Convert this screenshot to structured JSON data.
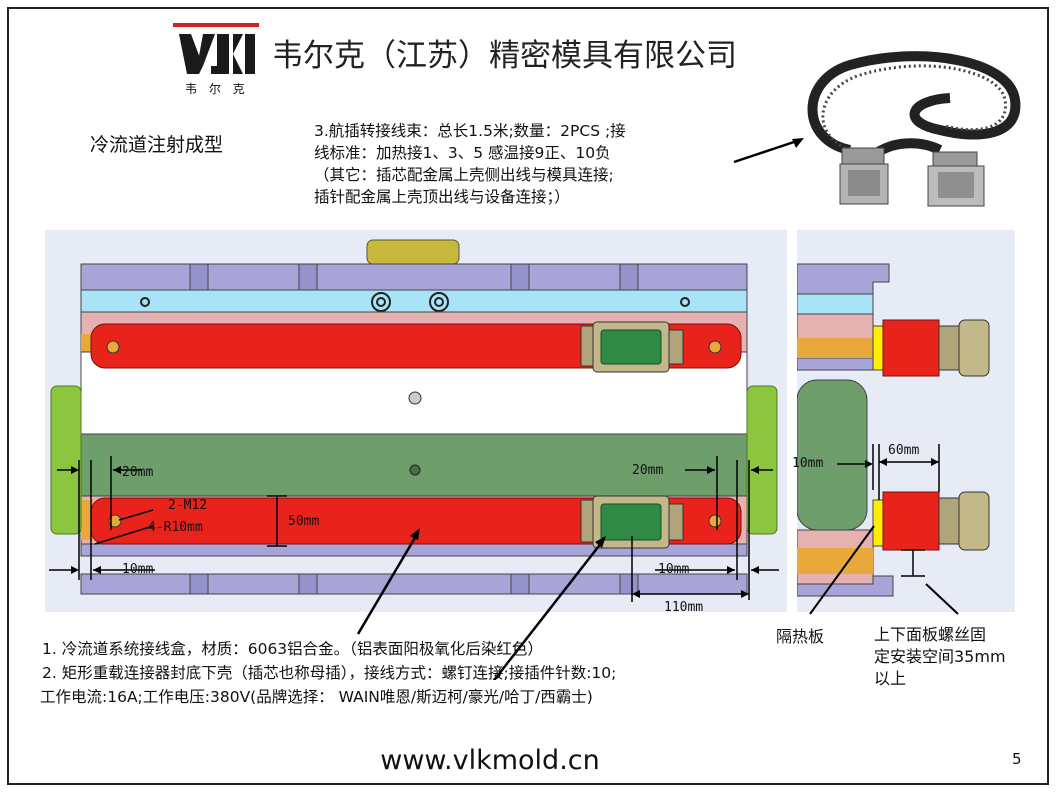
{
  "logo": {
    "brand": "VLK",
    "sub": "韦 尔 克"
  },
  "company_name": "韦尔克（江苏）精密模具有限公司",
  "subtitle": "冷流道注射成型",
  "spec3": {
    "line1": "3.航插转接线束：总长1.5米;数量：2PCS ;接",
    "line2": "线标准：加热接1、3、5 感温接9正、10负",
    "line3": "（其它：插芯配金属上壳侧出线与模具连接;",
    "line4": "插针配金属上壳顶出线与设备连接；）"
  },
  "dims": {
    "d20_left": "20mm",
    "d20_right": "20mm",
    "m12": "2-M12",
    "r10": "4-R10mm",
    "d50": "50mm",
    "d10_left": "10mm",
    "d10_right": "10mm",
    "d110": "110mm",
    "side10": "10mm",
    "side60": "60mm"
  },
  "labels": {
    "heat_shield": "隔热板",
    "bolt_space_1": "上下面板螺丝固",
    "bolt_space_2": "定安装空间35mm",
    "bolt_space_3": "以上"
  },
  "notes": {
    "n1": "1. 冷流道系统接线盒，材质：6063铝合金。（铝表面阳极氧化后染红色）",
    "n2": "2. 矩形重载连接器封底下壳（插芯也称母插），接线方式：螺钉连接;接插件针数:10;",
    "n3": "工作电流:16A;工作电压:380V(品牌选择： WAIN唯恩/斯迈柯/豪光/哈丁/西霸士)"
  },
  "url": "www.vlkmold.cn",
  "page_number": "5",
  "colors": {
    "red_box": "#e8231c",
    "plate_purple": "#a8a4d8",
    "plate_cyan": "#a9e3f6",
    "plate_green": "#6e9e6c",
    "logo_red": "#d21f1f"
  }
}
